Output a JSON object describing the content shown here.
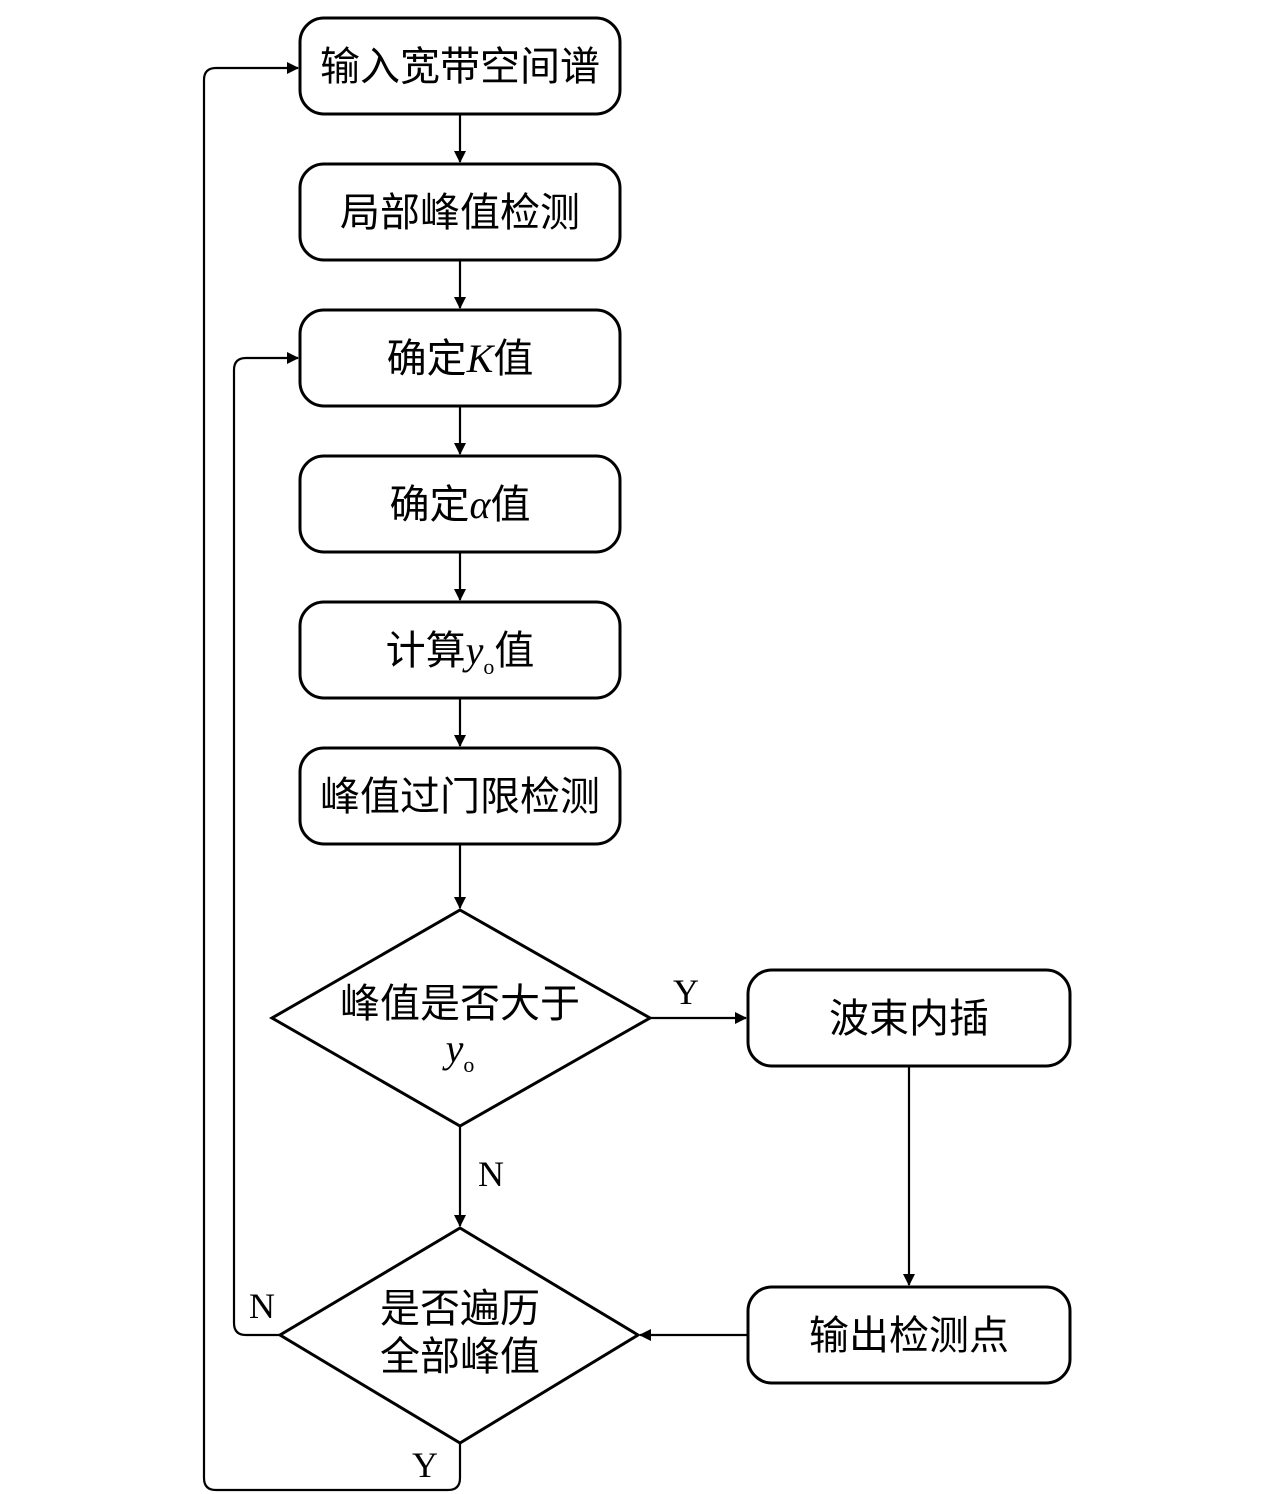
{
  "nodes": {
    "input": {
      "text": "输入宽带空间谱"
    },
    "local_peak": {
      "text": "局部峰值检测"
    },
    "determine_k": {
      "prefix": "确定",
      "variable": "K",
      "suffix": "值"
    },
    "determine_alpha": {
      "prefix": "确定",
      "variable": "α",
      "suffix": "值"
    },
    "compute_y": {
      "prefix": "计算",
      "variable": "y",
      "subscript": "o",
      "suffix": "值"
    },
    "threshold": {
      "text": "峰值过门限检测"
    },
    "decision_peak": {
      "line1": "峰值是否大于",
      "variable": "y",
      "subscript": "o"
    },
    "beam_interp": {
      "text": "波束内插"
    },
    "decision_all": {
      "line1": "是否遍历",
      "line2": "全部峰值"
    },
    "output_points": {
      "text": "输出检测点"
    }
  },
  "edge_labels": {
    "yes_to_interp": "Y",
    "no_to_decision_all": "N",
    "no_loop_to_k": "N",
    "yes_loop_to_input": "Y"
  }
}
